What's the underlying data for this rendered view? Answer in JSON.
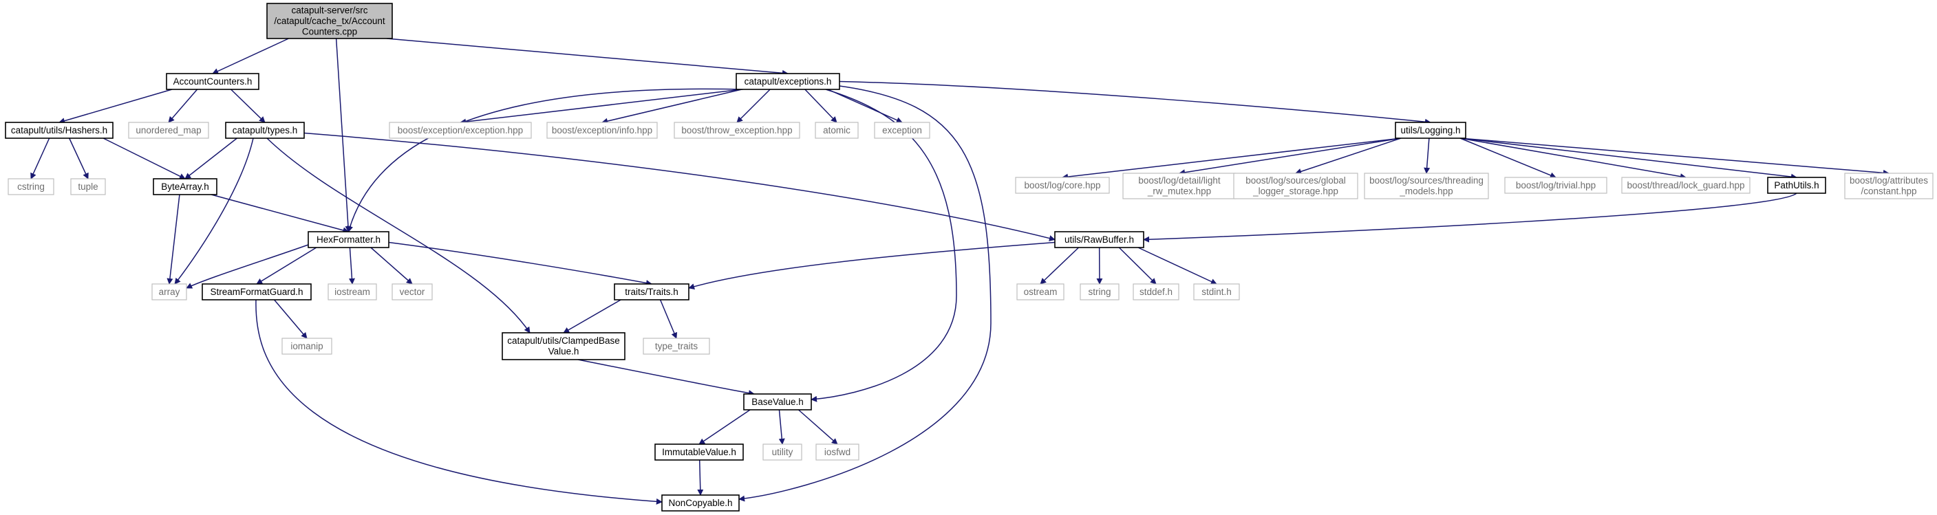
{
  "diagram": {
    "type": "include-dependency-graph",
    "edge_color": "#191970",
    "root_fill": "#bfbfbf",
    "nodes": [
      {
        "id": "root",
        "kind": "root",
        "lines": [
          "catapult-server/src",
          "/catapult/cache_tx/Account",
          "Counters.cpp"
        ]
      },
      {
        "id": "accountcounters",
        "kind": "local",
        "lines": [
          "AccountCounters.h"
        ]
      },
      {
        "id": "exceptions",
        "kind": "local",
        "lines": [
          "catapult/exceptions.h"
        ]
      },
      {
        "id": "hashers",
        "kind": "local",
        "lines": [
          "catapult/utils/Hashers.h"
        ]
      },
      {
        "id": "unordered_map",
        "kind": "ext",
        "lines": [
          "unordered_map"
        ]
      },
      {
        "id": "types",
        "kind": "local",
        "lines": [
          "catapult/types.h"
        ]
      },
      {
        "id": "cstring",
        "kind": "ext",
        "lines": [
          "cstring"
        ]
      },
      {
        "id": "tuple",
        "kind": "ext",
        "lines": [
          "tuple"
        ]
      },
      {
        "id": "bytearray",
        "kind": "local",
        "lines": [
          "ByteArray.h"
        ]
      },
      {
        "id": "array",
        "kind": "ext",
        "lines": [
          "array"
        ]
      },
      {
        "id": "hexformatter",
        "kind": "local",
        "lines": [
          "HexFormatter.h"
        ]
      },
      {
        "id": "streamformatguard",
        "kind": "local",
        "lines": [
          "StreamFormatGuard.h"
        ]
      },
      {
        "id": "iostream",
        "kind": "ext",
        "lines": [
          "iostream"
        ]
      },
      {
        "id": "vector",
        "kind": "ext",
        "lines": [
          "vector"
        ]
      },
      {
        "id": "iomanip",
        "kind": "ext",
        "lines": [
          "iomanip"
        ]
      },
      {
        "id": "exception_hpp",
        "kind": "ext",
        "lines": [
          "boost/exception/exception.hpp"
        ]
      },
      {
        "id": "info_hpp",
        "kind": "ext",
        "lines": [
          "boost/exception/info.hpp"
        ]
      },
      {
        "id": "throw_exception",
        "kind": "ext",
        "lines": [
          "boost/throw_exception.hpp"
        ]
      },
      {
        "id": "atomic",
        "kind": "ext",
        "lines": [
          "atomic"
        ]
      },
      {
        "id": "exception",
        "kind": "ext",
        "lines": [
          "exception"
        ]
      },
      {
        "id": "logging",
        "kind": "local",
        "lines": [
          "utils/Logging.h"
        ]
      },
      {
        "id": "log_core",
        "kind": "ext",
        "lines": [
          "boost/log/core.hpp"
        ]
      },
      {
        "id": "light_rw",
        "kind": "ext",
        "lines": [
          "boost/log/detail/light",
          "_rw_mutex.hpp"
        ]
      },
      {
        "id": "global_logger",
        "kind": "ext",
        "lines": [
          "boost/log/sources/global",
          "_logger_storage.hpp"
        ]
      },
      {
        "id": "threading_models",
        "kind": "ext",
        "lines": [
          "boost/log/sources/threading",
          "_models.hpp"
        ]
      },
      {
        "id": "trivial",
        "kind": "ext",
        "lines": [
          "boost/log/trivial.hpp"
        ]
      },
      {
        "id": "lock_guard",
        "kind": "ext",
        "lines": [
          "boost/thread/lock_guard.hpp"
        ]
      },
      {
        "id": "pathutils",
        "kind": "local",
        "lines": [
          "PathUtils.h"
        ]
      },
      {
        "id": "constant",
        "kind": "ext",
        "lines": [
          "boost/log/attributes",
          "/constant.hpp"
        ]
      },
      {
        "id": "rawbuffer",
        "kind": "local",
        "lines": [
          "utils/RawBuffer.h"
        ]
      },
      {
        "id": "ostream",
        "kind": "ext",
        "lines": [
          "ostream"
        ]
      },
      {
        "id": "string",
        "kind": "ext",
        "lines": [
          "string"
        ]
      },
      {
        "id": "stddef",
        "kind": "ext",
        "lines": [
          "stddef.h"
        ]
      },
      {
        "id": "stdint",
        "kind": "ext",
        "lines": [
          "stdint.h"
        ]
      },
      {
        "id": "traits",
        "kind": "local",
        "lines": [
          "traits/Traits.h"
        ]
      },
      {
        "id": "type_traits",
        "kind": "ext",
        "lines": [
          "type_traits"
        ]
      },
      {
        "id": "clampedbase",
        "kind": "local",
        "lines": [
          "catapult/utils/ClampedBase",
          "Value.h"
        ]
      },
      {
        "id": "basevalue",
        "kind": "local",
        "lines": [
          "BaseValue.h"
        ]
      },
      {
        "id": "immutablevalue",
        "kind": "local",
        "lines": [
          "ImmutableValue.h"
        ]
      },
      {
        "id": "utility",
        "kind": "ext",
        "lines": [
          "utility"
        ]
      },
      {
        "id": "iosfwd",
        "kind": "ext",
        "lines": [
          "iosfwd"
        ]
      },
      {
        "id": "noncopyable",
        "kind": "local",
        "lines": [
          "NonCopyable.h"
        ]
      }
    ],
    "edges": [
      [
        "root",
        "accountcounters"
      ],
      [
        "root",
        "hexformatter"
      ],
      [
        "root",
        "exceptions"
      ],
      [
        "accountcounters",
        "hashers"
      ],
      [
        "accountcounters",
        "unordered_map"
      ],
      [
        "accountcounters",
        "types"
      ],
      [
        "hashers",
        "cstring"
      ],
      [
        "hashers",
        "tuple"
      ],
      [
        "hashers",
        "bytearray"
      ],
      [
        "types",
        "bytearray"
      ],
      [
        "types",
        "array"
      ],
      [
        "types",
        "clampedbase"
      ],
      [
        "types",
        "rawbuffer"
      ],
      [
        "bytearray",
        "array"
      ],
      [
        "bytearray",
        "hexformatter"
      ],
      [
        "hexformatter",
        "array"
      ],
      [
        "hexformatter",
        "streamformatguard"
      ],
      [
        "hexformatter",
        "iostream"
      ],
      [
        "hexformatter",
        "vector"
      ],
      [
        "hexformatter",
        "traits"
      ],
      [
        "streamformatguard",
        "iomanip"
      ],
      [
        "streamformatguard",
        "noncopyable"
      ],
      [
        "exceptions",
        "hexformatter"
      ],
      [
        "exceptions",
        "exception_hpp"
      ],
      [
        "exceptions",
        "info_hpp"
      ],
      [
        "exceptions",
        "throw_exception"
      ],
      [
        "exceptions",
        "atomic"
      ],
      [
        "exceptions",
        "exception"
      ],
      [
        "exceptions",
        "logging"
      ],
      [
        "exceptions",
        "basevalue"
      ],
      [
        "exceptions",
        "noncopyable"
      ],
      [
        "logging",
        "log_core"
      ],
      [
        "logging",
        "light_rw"
      ],
      [
        "logging",
        "global_logger"
      ],
      [
        "logging",
        "threading_models"
      ],
      [
        "logging",
        "trivial"
      ],
      [
        "logging",
        "lock_guard"
      ],
      [
        "logging",
        "pathutils"
      ],
      [
        "logging",
        "constant"
      ],
      [
        "pathutils",
        "rawbuffer"
      ],
      [
        "rawbuffer",
        "traits"
      ],
      [
        "rawbuffer",
        "ostream"
      ],
      [
        "rawbuffer",
        "string"
      ],
      [
        "rawbuffer",
        "stddef"
      ],
      [
        "rawbuffer",
        "stdint"
      ],
      [
        "traits",
        "clampedbase"
      ],
      [
        "traits",
        "type_traits"
      ],
      [
        "clampedbase",
        "basevalue"
      ],
      [
        "basevalue",
        "immutablevalue"
      ],
      [
        "basevalue",
        "utility"
      ],
      [
        "basevalue",
        "iosfwd"
      ],
      [
        "immutablevalue",
        "noncopyable"
      ]
    ]
  }
}
